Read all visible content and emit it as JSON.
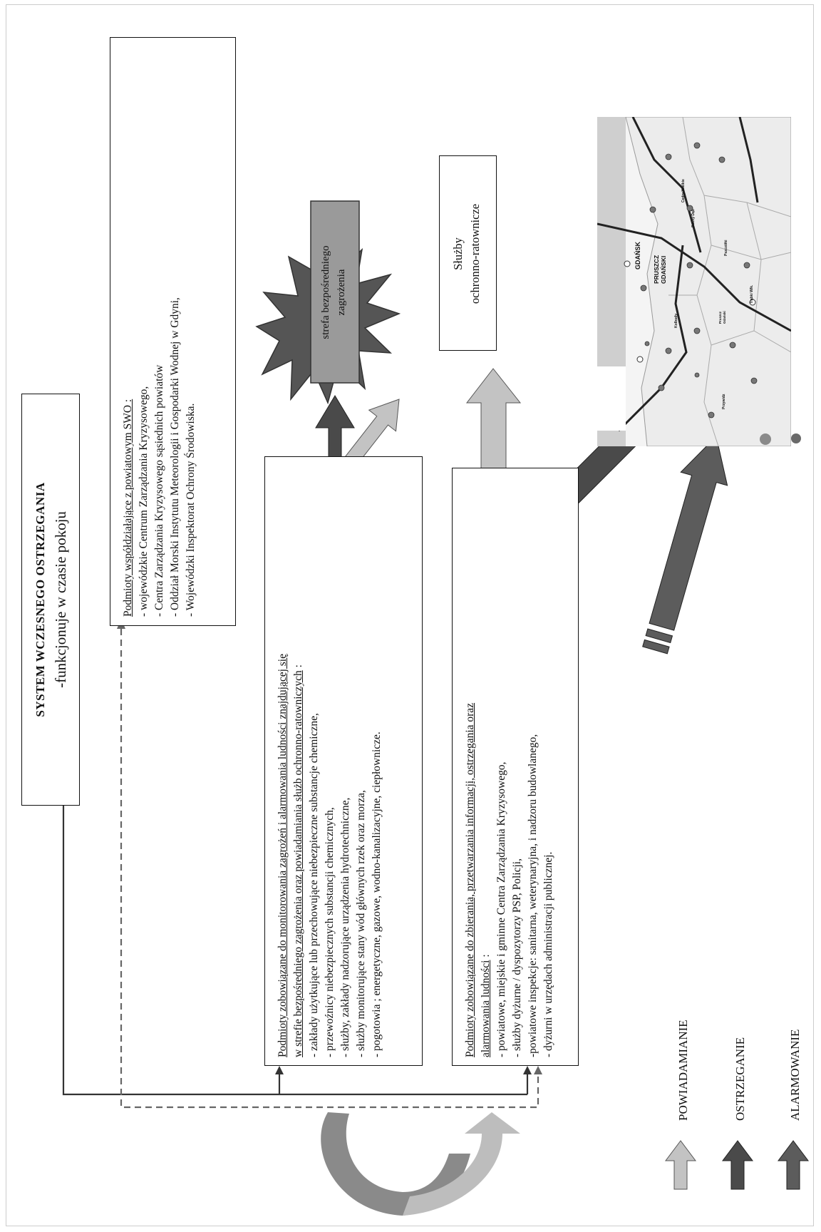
{
  "title": {
    "line1": "SYSTEM WCZESNEGO OSTRZEGANIA",
    "line2": "-funkcjonuje w czasie pokoju"
  },
  "cooperating": {
    "heading": "Podmioty współdziałające z powiatowym SWO :",
    "items": [
      "- wojewódzkie Centrum Zarządzania Kryzysowego,",
      "- Centra Zarządzania Kryzysowego sąsiednich powiatów",
      "- Oddział Morski Instytutu Meteorologii i Gospodarki Wodnej w Gdyni,",
      "- Wojewódzki Inspektorat Ochrony Środowiska."
    ]
  },
  "zone": {
    "label_line1": "strefa bezpośredniego",
    "label_line2": "zagrożenia"
  },
  "services": {
    "line1": "Służby",
    "line2": "ochronno-ratownicze"
  },
  "monitoring": {
    "heading_line1": "Podmioty zobowiązane do monitorowania zagrożeń i alarmowania ludności znajdującej się",
    "heading_line2": "w strefie bezpośredniego zagrożenia oraz powiadamiania służb ochronno-ratowniczych",
    "heading_tail": " :",
    "items": [
      "- zakłady użytkujące lub przechowujące niebezpieczne substancje chemiczne,",
      "- przewoźnicy niebezpiecznych substancji chemicznych,",
      "- służby, zakłady nadzorujące urządzenia hydrotechniczne,",
      "- służby monitorujące stany wód głównych rzek oraz morza,",
      "- pogotowia ; energetyczne, gazowe, wodno-kanalizacyjne, ciepłownicze."
    ]
  },
  "collecting": {
    "heading_line1": "Podmioty zobowiązane do zbierania, przetwarzania informacji, ostrzegania oraz",
    "heading_line2": "alarmowania ludności",
    "heading_tail": " :",
    "items": [
      "- powiatowe, miejskie i gminne Centra Zarządzania Kryzysowego,",
      "- służby dyżurne / dyspozytorzy PSP, Policji,",
      "-powiatowe inspekcje: sanitarna, weterynaryjna, i nadzoru budowlanego,",
      "- dyżurni w urzędach administracji publicznej."
    ]
  },
  "legend": [
    {
      "label": "POWIADAMIANIE",
      "color": "#c3c3c3"
    },
    {
      "label": "OSTRZEGANIE",
      "color": "#4a4a4a"
    },
    {
      "label": "ALARMOWANIE",
      "color": "#5c5c5c"
    }
  ],
  "map": {
    "labels": [
      "GDAŃSK",
      "PRUSZCZ GDAŃSKI",
      "Cedry Wielkie",
      "Suchy Dąb",
      "Pszczółki",
      "Trąbki Wlk.",
      "Przywidz",
      "Kolbudy",
      "Pruszcz Gdański"
    ]
  },
  "colors": {
    "powiadamianie": "#c3c3c3",
    "ostrzeganie": "#4a4a4a",
    "alarmowanie": "#5c5c5c",
    "starburst": "#555555",
    "zone_box": "#9a9a9a"
  }
}
